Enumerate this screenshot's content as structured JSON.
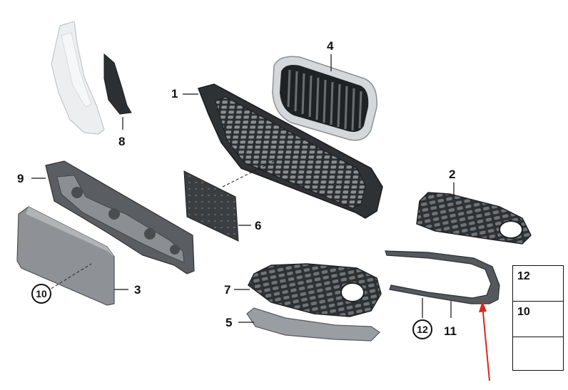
{
  "callouts": {
    "p1": "1",
    "p2": "2",
    "p3": "3",
    "p4": "4",
    "p5": "5",
    "p6": "6",
    "p7": "7",
    "p8": "8",
    "p9": "9",
    "p10": "10",
    "p11": "11",
    "p12": "12"
  },
  "legend": {
    "row1": "12",
    "row2": "10"
  },
  "colors": {
    "part_dark": "#3a3d40",
    "part_mid": "#55595d",
    "part_light": "#b9bcc0",
    "chrome": "#cfd3d6",
    "arrow": "#e0241b"
  }
}
